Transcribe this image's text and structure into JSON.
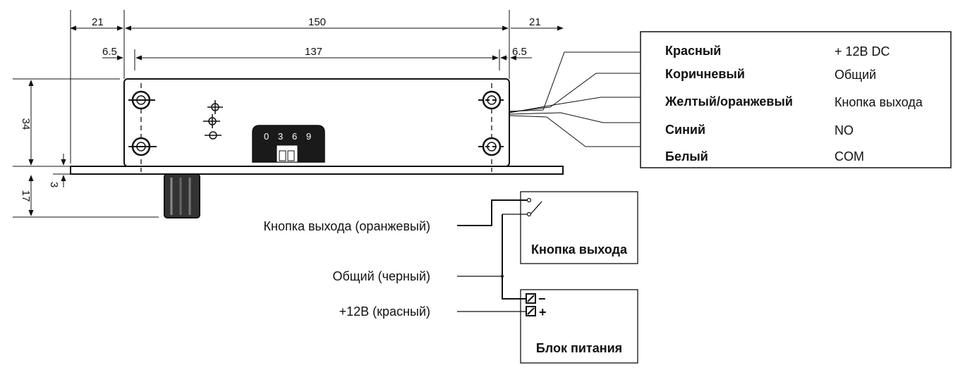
{
  "dimensions": {
    "d21_left": "21",
    "d150": "150",
    "d21_right": "21",
    "d6_5_left": "6.5",
    "d137": "137",
    "d6_5_right": "6.5",
    "d34": "34",
    "d3": "3",
    "d17": "17"
  },
  "switch": {
    "numbers": [
      "0",
      "3",
      "6",
      "9"
    ]
  },
  "wire_legend": [
    {
      "color": "Красный",
      "function": "+ 12В DC"
    },
    {
      "color": "Коричневый",
      "function": "Общий"
    },
    {
      "color": "Желтый/оранжевый",
      "function": "Кнопка выхода"
    },
    {
      "color": "Синий",
      "function": "NO"
    },
    {
      "color": "Белый",
      "function": "COM"
    }
  ],
  "wiring": {
    "exit_button_wire": "Кнопка выхода (оранжевый)",
    "common_wire": "Общий (черный)",
    "plus_wire": "+12В (красный)",
    "exit_button_box": "Кнопка выхода",
    "power_supply_box": "Блок питания",
    "terminal_minus": "−",
    "terminal_plus": "+"
  }
}
